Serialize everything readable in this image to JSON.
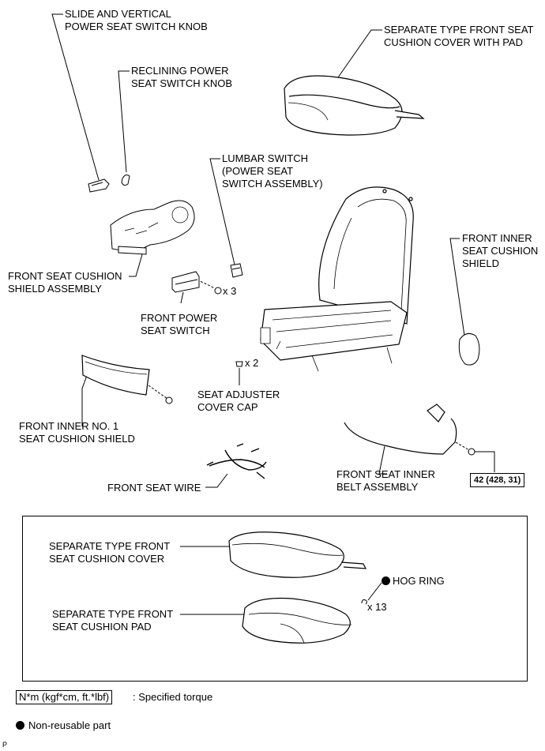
{
  "labels": {
    "slide_knob": "SLIDE AND VERTICAL\nPOWER SEAT SWITCH KNOB",
    "recline_knob": "RECLINING POWER\nSEAT SWITCH KNOB",
    "cushion_cover_pad": "SEPARATE TYPE FRONT SEAT\nCUSHION COVER WITH PAD",
    "lumbar_switch": "LUMBAR SWITCH\n(POWER SEAT\nSWITCH ASSEMBLY)",
    "inner_shield": "FRONT INNER\nSEAT CUSHION\nSHIELD",
    "cushion_shield_assy": "FRONT SEAT CUSHION\nSHIELD ASSEMBLY",
    "power_seat_switch": "FRONT POWER\nSEAT SWITCH",
    "adjuster_cap": "SEAT ADJUSTER\nCOVER CAP",
    "inner_no1_shield": "FRONT INNER NO. 1\nSEAT CUSHION SHIELD",
    "seat_wire": "FRONT SEAT WIRE",
    "inner_belt": "FRONT SEAT INNER\nBELT ASSEMBLY",
    "inset_cover": "SEPARATE TYPE FRONT\nSEAT CUSHION COVER",
    "inset_pad": "SEPARATE TYPE FRONT\nSEAT CUSHION PAD",
    "hog_ring": "HOG RING"
  },
  "quantities": {
    "screws": "x 3",
    "caps": "x 2",
    "hog_rings": "x 13"
  },
  "torque": "42 (428, 31)",
  "legend": {
    "torque_unit": "N*m (kgf*cm, ft.*lbf)",
    "torque_desc": ": Specified torque",
    "nonreusable": "Non-reusable part"
  },
  "footer_code": "P"
}
